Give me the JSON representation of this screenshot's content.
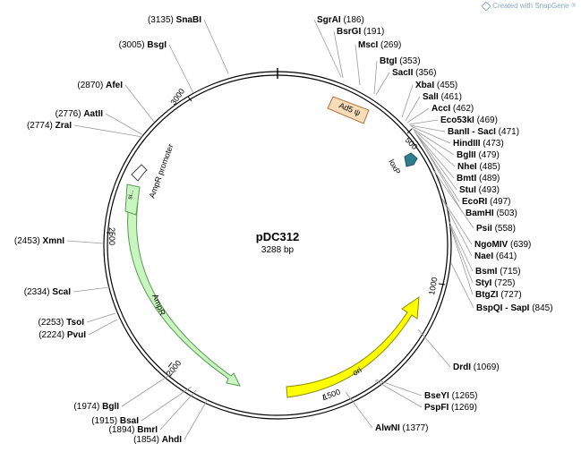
{
  "watermark": {
    "text": "Created with SnapGene",
    "mark": "®"
  },
  "plasmid": {
    "name": "pDC312",
    "size_label": "3288 bp"
  },
  "tick_labels": [
    "500",
    "1000",
    "1500",
    "2000",
    "2500",
    "3000"
  ],
  "features": [
    {
      "id": "ad5",
      "label": "Ad5 ψ",
      "color": "#f9dcb8"
    },
    {
      "id": "loxp",
      "label": "loxP",
      "color": "#2e7d8c"
    },
    {
      "id": "ori",
      "label": "ori",
      "color": "#ffff00"
    },
    {
      "id": "ampr",
      "label": "AmpR",
      "color": "#c8f5c0"
    },
    {
      "id": "ampr-promoter",
      "label": "AmpR promoter",
      "color": "#ffffff"
    },
    {
      "id": "si",
      "label": "si...",
      "color": "#c8f5c0"
    }
  ],
  "sites_left": [
    {
      "name": "SnaBI",
      "pos": "(3135)"
    },
    {
      "name": "BsgI",
      "pos": "(3005)"
    },
    {
      "name": "AfeI",
      "pos": "(2870)"
    },
    {
      "name": "AatII",
      "pos": "(2776)"
    },
    {
      "name": "ZraI",
      "pos": "(2774)"
    },
    {
      "name": "XmnI",
      "pos": "(2453)"
    },
    {
      "name": "ScaI",
      "pos": "(2334)"
    },
    {
      "name": "TsoI",
      "pos": "(2253)"
    },
    {
      "name": "PvuI",
      "pos": "(2224)"
    },
    {
      "name": "BglI",
      "pos": "(1974)"
    },
    {
      "name": "BsaI",
      "pos": "(1915)"
    },
    {
      "name": "BmrI",
      "pos": "(1894)"
    },
    {
      "name": "AhdI",
      "pos": "(1854)"
    }
  ],
  "sites_right": [
    {
      "name": "SgrAI",
      "pos": "(186)"
    },
    {
      "name": "BsrGI",
      "pos": "(191)"
    },
    {
      "name": "MscI",
      "pos": "(269)"
    },
    {
      "name": "BtgI",
      "pos": "(353)"
    },
    {
      "name": "SacII",
      "pos": "(356)"
    },
    {
      "name": "XbaI",
      "pos": "(455)"
    },
    {
      "name": "SalI",
      "pos": "(461)"
    },
    {
      "name": "AccI",
      "pos": "(462)"
    },
    {
      "name": "Eco53kI",
      "pos": "(469)"
    },
    {
      "name": "BanII - SacI",
      "pos": "(471)"
    },
    {
      "name": "HindIII",
      "pos": "(473)"
    },
    {
      "name": "BglII",
      "pos": "(479)"
    },
    {
      "name": "NheI",
      "pos": "(485)"
    },
    {
      "name": "BmtI",
      "pos": "(489)"
    },
    {
      "name": "StuI",
      "pos": "(493)"
    },
    {
      "name": "EcoRI",
      "pos": "(497)"
    },
    {
      "name": "BamHI",
      "pos": "(503)"
    },
    {
      "name": "PsiI",
      "pos": "(558)"
    },
    {
      "name": "NgoMIV",
      "pos": "(639)"
    },
    {
      "name": "NaeI",
      "pos": "(641)"
    },
    {
      "name": "BsmI",
      "pos": "(715)"
    },
    {
      "name": "StyI",
      "pos": "(725)"
    },
    {
      "name": "BtgZI",
      "pos": "(727)"
    },
    {
      "name": "BspQI - SapI",
      "pos": "(845)"
    },
    {
      "name": "DrdI",
      "pos": "(1069)"
    },
    {
      "name": "BseYI",
      "pos": "(1265)"
    },
    {
      "name": "PspFI",
      "pos": "(1269)"
    },
    {
      "name": "AlwNI",
      "pos": "(1377)"
    }
  ]
}
